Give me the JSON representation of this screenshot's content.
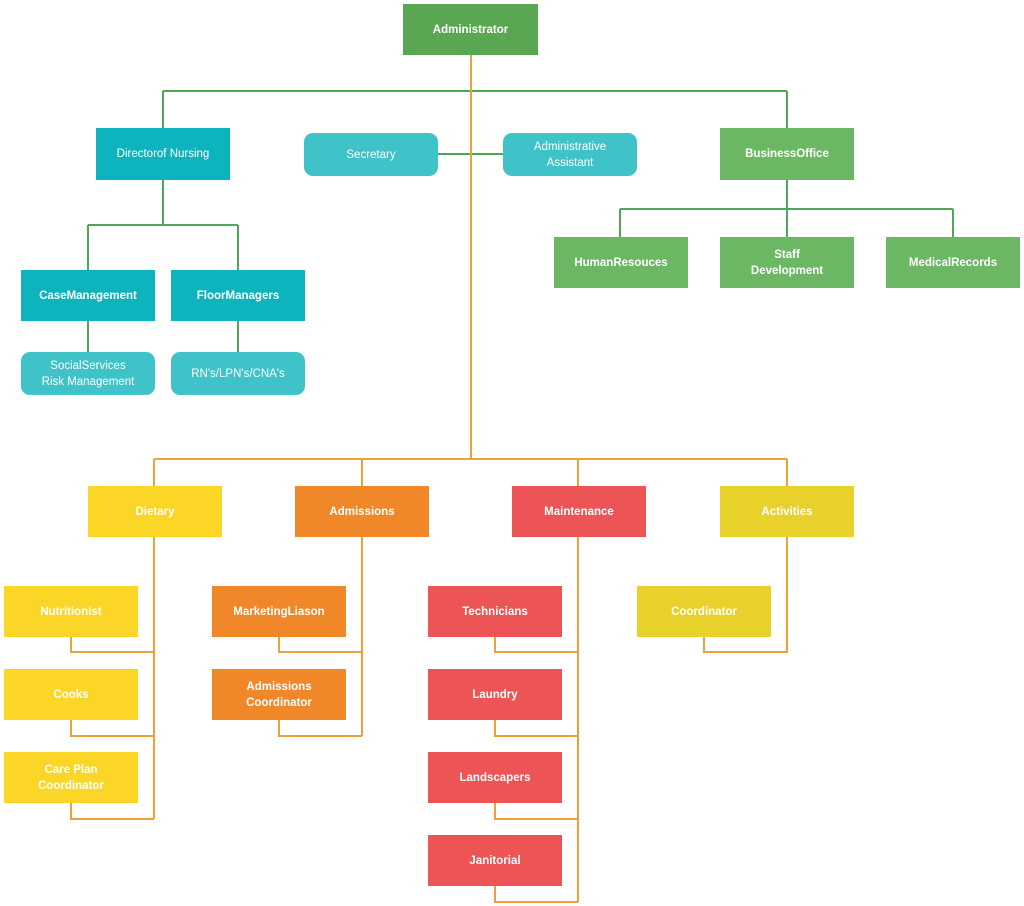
{
  "colors": {
    "green_line": "#4ca856",
    "orange_line": "#ef9f3c",
    "green": "#5aa753",
    "green_light": "#6cb764",
    "teal": "#0db3bd",
    "teal_light": "#3fc2c8",
    "yellow": "#fbd626",
    "yellow_dark": "#e8d12b",
    "orange": "#f0882a",
    "red": "#ec5456"
  },
  "nodes": {
    "administrator": "Administrator",
    "director_of_nursing": "Directorof Nursing",
    "secretary": "Secretary",
    "administrative_assistant": "Administrative\nAssistant",
    "business_office": "BusinessOffice",
    "case_management": "CaseManagement",
    "floor_managers": "FloorManagers",
    "social_services": "SocialServices\nRisk Management",
    "rns_lpns_cnas": "RN's/LPN's/CNA's",
    "human_resources": "HumanResouces",
    "staff_development": "Staff\nDevelopment",
    "medical_records": "MedicalRecords",
    "dietary": "Dietary",
    "admissions": "Admissions",
    "maintenance": "Maintenance",
    "activities": "Activities",
    "nutritionist": "Nutritionist",
    "cooks": "Cooks",
    "care_plan_coordinator": "Care Plan\nCoordinator",
    "marketing_liason": "MarketingLiason",
    "admissions_coordinator": "Admissions\nCoordinator",
    "technicians": "Technicians",
    "laundry": "Laundry",
    "landscapers": "Landscapers",
    "janitorial": "Janitorial",
    "coordinator": "Coordinator"
  }
}
